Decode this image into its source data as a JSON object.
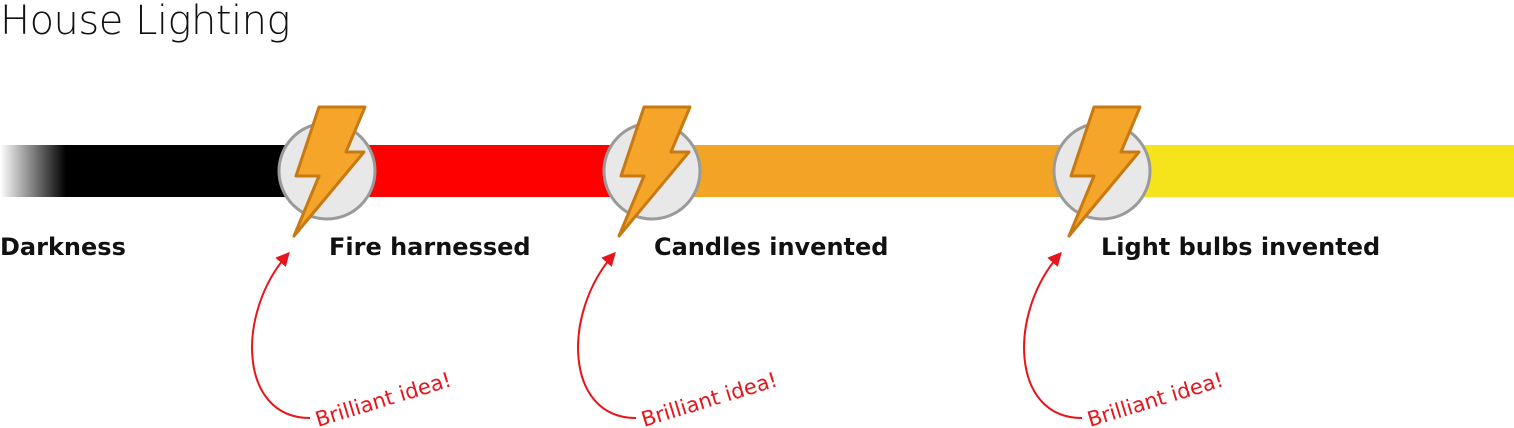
{
  "title": "House Lighting",
  "segments": [
    {
      "label": "Darkness",
      "color": "#000000"
    },
    {
      "label": "Fire harnessed",
      "color": "#fe0000"
    },
    {
      "label": "Candles invented",
      "color": "#f2a524"
    },
    {
      "label": "Light bulbs invented",
      "color": "#f5e31c"
    }
  ],
  "milestone_icon": "lightning-bolt-icon",
  "annotation": {
    "text": "Brilliant idea!",
    "color": "#e8141b"
  },
  "colors": {
    "bolt_fill": "#f4a52a",
    "bolt_stroke": "#c77a14",
    "circle_fill": "#e8e8e8",
    "circle_stroke": "#9a9a9a"
  }
}
